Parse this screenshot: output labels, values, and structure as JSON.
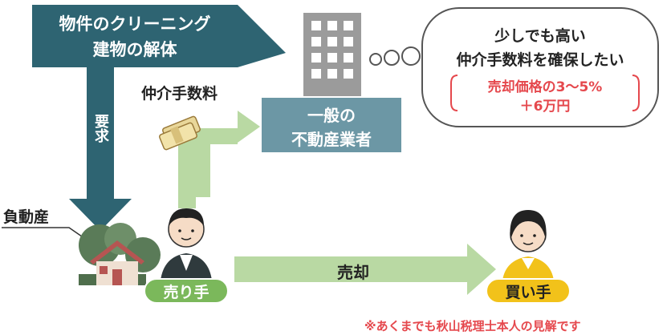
{
  "request_arrow": {
    "line1": "物件のクリーニング",
    "line2": "建物の解体",
    "vertical_label": "要求"
  },
  "fee_label": "仲介手数料",
  "agent_box": {
    "line1": "一般の",
    "line2": "不動産業者"
  },
  "thought": {
    "line1": "少しでも高い",
    "line2": "仲介手数料を確保したい",
    "fee_rate": "売却価格の3～5%",
    "fee_plus": "＋6万円"
  },
  "liability_label": "負動産",
  "seller_label": "売り手",
  "buyer_label": "買い手",
  "sale_label": "売却",
  "footnote": "※あくまでも秋山税理士本人の見解です",
  "colors": {
    "dark_teal": "#2e6472",
    "steel_blue": "#6c97a5",
    "light_green": "#b9d9a3",
    "seller_green": "#7bb85b",
    "buyer_yellow": "#f2c21a",
    "accent_red": "#e5484d",
    "building_gray": "#9b9b9b"
  }
}
